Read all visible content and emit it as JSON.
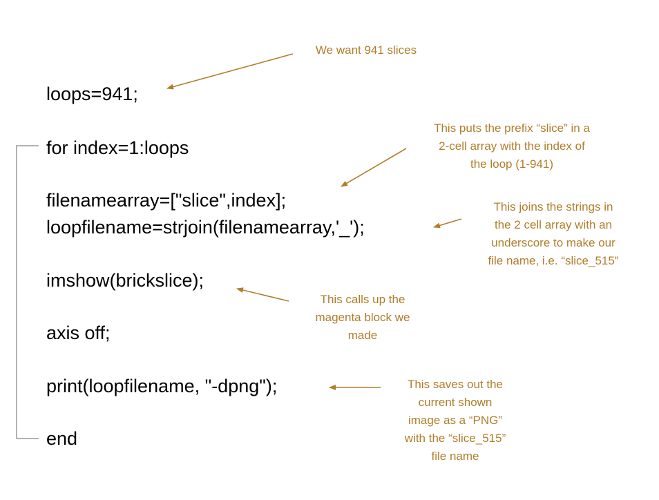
{
  "colors": {
    "annotation": "#b07d2a",
    "bracket": "#999999",
    "code": "#000000"
  },
  "code_lines": {
    "loops": "loops=941;",
    "for_line": "for index=1:loops",
    "filenamearray": "filenamearray=[\"slice\",index];",
    "loopfilename": "loopfilename=strjoin(filenamearray,'_');",
    "imshow": "imshow(brickslice);",
    "axis": "axis off;",
    "print_line": "print(loopfilename, \"-dpng\");",
    "end_line": "end"
  },
  "annotations": {
    "slices": [
      "We want 941 slices"
    ],
    "prefix": [
      "This puts the prefix “slice” in a",
      "2-cell array with the index of",
      "the loop (1-941)"
    ],
    "join": [
      "This joins the strings in",
      "the 2 cell array with an",
      "underscore to make our",
      "file name, i.e. “slice_515”"
    ],
    "imshow": [
      "This calls up the",
      "magenta block we",
      "made"
    ],
    "print": [
      "This saves out the",
      "current shown",
      "image as a “PNG”",
      "with the “slice_515”",
      "file name"
    ]
  }
}
